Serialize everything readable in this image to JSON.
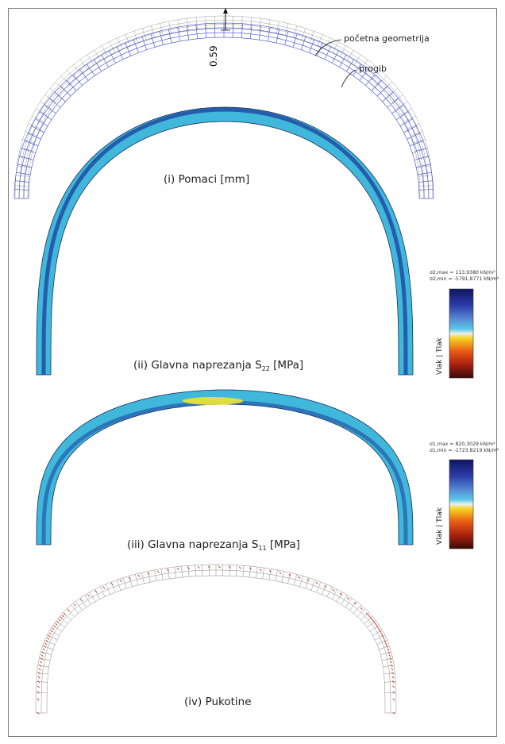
{
  "panels": [
    {
      "caption_prefix": "(i) Pomaci [mm]",
      "caption_sub": "",
      "caption_suffix": "",
      "displacement": "0.59",
      "annotations": [
        "početna geometrija",
        "progib"
      ]
    },
    {
      "caption_prefix": "(ii) Glavna naprezanja S",
      "caption_sub": "22",
      "caption_suffix": " [MPa]",
      "legend": {
        "max_line": "σ2,max = 113,9380 kN/m²",
        "min_line": "σ2,min = -5791,8771 kN/m²",
        "side_label": "Vlak | Tlak"
      }
    },
    {
      "caption_prefix": "(iii) Glavna naprezanja S",
      "caption_sub": "11",
      "caption_suffix": " [MPa]",
      "legend": {
        "max_line": "σ1,max = 820,3029 kN/m²",
        "min_line": "σ1,min = -1723,8219 kN/m²",
        "side_label": "Vlak | Tlak"
      }
    },
    {
      "caption_prefix": "(iv) Pukotine",
      "caption_sub": "",
      "caption_suffix": ""
    }
  ],
  "colors": {
    "mesh_blue": "#3b4bc8",
    "mesh_gray": "#9a9a9a",
    "stress_cyan": "#3fb8dc",
    "stress_dark": "#1d3f9a",
    "stress_yellow": "#e6e23a",
    "crack_red": "#c0301e"
  }
}
